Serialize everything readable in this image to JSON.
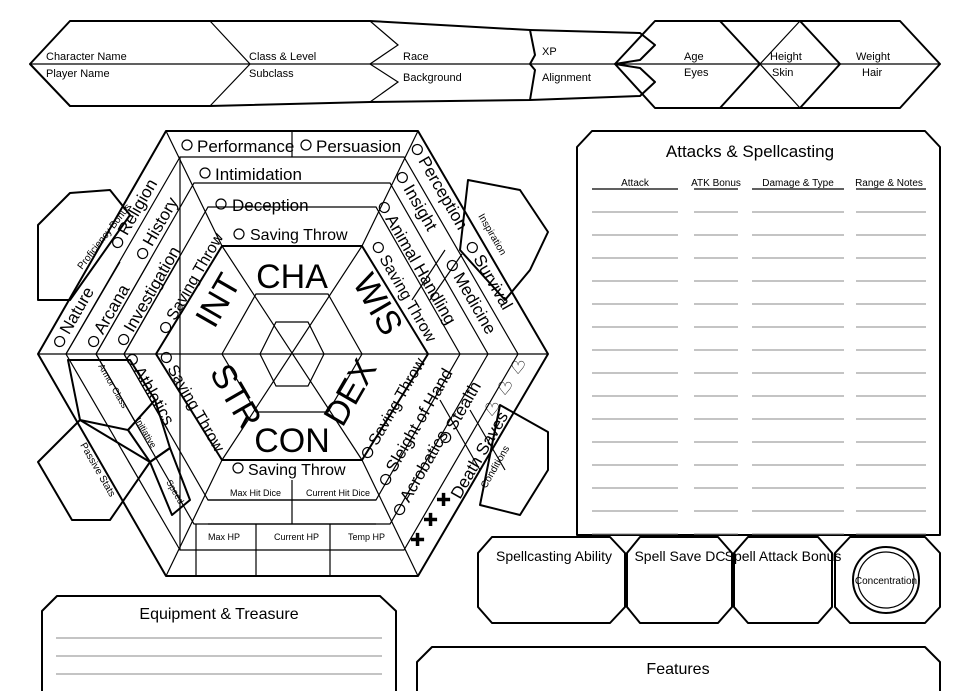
{
  "header": {
    "character_name": "Character Name",
    "player_name": "Player Name",
    "class_level": "Class & Level",
    "subclass": "Subclass",
    "race": "Race",
    "background": "Background",
    "xp": "XP",
    "alignment": "Alignment",
    "age": "Age",
    "eyes": "Eyes",
    "height": "Height",
    "skin": "Skin",
    "weight": "Weight",
    "hair": "Hair"
  },
  "abilities": {
    "cha": "CHA",
    "wis": "WIS",
    "dex": "DEX",
    "con": "CON",
    "str": "STR",
    "int": "INT"
  },
  "saving_throw": "Saving Throw",
  "skills": {
    "performance": "Performance",
    "persuasion": "Persuasion",
    "intimidation": "Intimidation",
    "deception": "Deception",
    "perception": "Perception",
    "insight": "Insight",
    "animal_handling": "Animal Handling",
    "survival": "Survival",
    "medicine": "Medicine",
    "religion": "Religion",
    "history": "History",
    "nature": "Nature",
    "arcana": "Arcana",
    "investigation": "Investigation",
    "athletics": "Athletics",
    "stealth": "Stealth",
    "sleight_of_hand": "Sleight of Hand",
    "acrobatics": "Acrobatics"
  },
  "side": {
    "proficiency_bonus": "Proficiency Bonus",
    "inspiration": "Inspiration",
    "armor_class": "Armor Class",
    "initiative": "Initiative",
    "passive_stats": "Passive Stats",
    "speed": "Speed",
    "conditions": "Conditions",
    "death_saves": "Death Saves"
  },
  "hp": {
    "max_hit_dice": "Max Hit Dice",
    "current_hit_dice": "Current Hit Dice",
    "max_hp": "Max HP",
    "current_hp": "Current HP",
    "temp_hp": "Temp HP"
  },
  "attacks": {
    "title": "Attacks & Spellcasting",
    "columns": [
      "Attack",
      "ATK Bonus",
      "Damage & Type",
      "Range & Notes"
    ],
    "row_count_visible": 15
  },
  "spell": {
    "ability": "Spellcasting Ability",
    "save_dc": "Spell Save DC",
    "attack_bonus": "Spell Attack Bonus",
    "concentration": "Concentration"
  },
  "equipment": {
    "title": "Equipment & Treasure"
  },
  "features": {
    "title": "Features"
  }
}
